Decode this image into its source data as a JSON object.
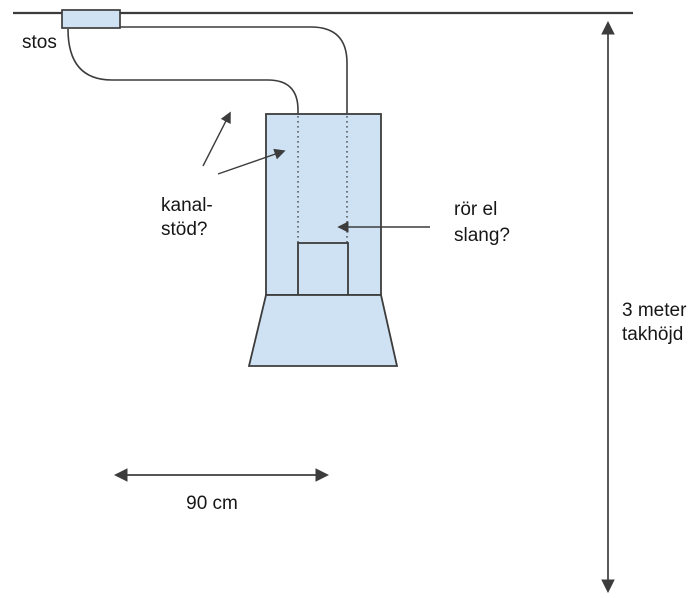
{
  "page": {
    "background": "#ffffff"
  },
  "diagram": {
    "colors": {
      "shape_fill": "#cfe2f3",
      "line_color": "#3c3c3c",
      "text_color": "#161616"
    },
    "labels": {
      "stos": "stos",
      "kanal_stod": "kanal-\nstöd?",
      "ror_el_slang": "rör el\nslang?",
      "ceiling_height": "3 meter\ntakhöjd",
      "hood_width": "90 cm"
    }
  }
}
